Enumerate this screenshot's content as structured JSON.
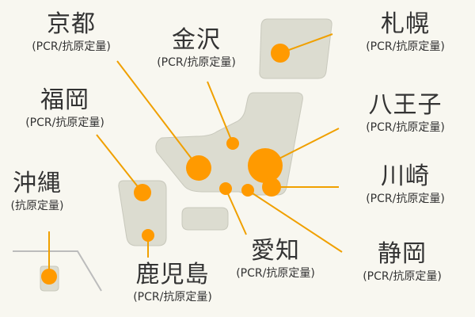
{
  "colors": {
    "background": "#f8f7f0",
    "land": "#dcdcd0",
    "land_stroke": "#c8c8bc",
    "marker": "#ff9a00",
    "leader": "#f0a000",
    "inset_line": "#bcbcbc",
    "text": "#333333"
  },
  "cities": [
    {
      "id": "kyoto",
      "name": "京都",
      "sub": "(PCR/抗原定量)"
    },
    {
      "id": "kanazawa",
      "name": "金沢",
      "sub": "(PCR/抗原定量)"
    },
    {
      "id": "sapporo",
      "name": "札幌",
      "sub": "(PCR/抗原定量)"
    },
    {
      "id": "fukuoka",
      "name": "福岡",
      "sub": "(PCR/抗原定量)"
    },
    {
      "id": "hachioji",
      "name": "八王子",
      "sub": "(PCR/抗原定量)"
    },
    {
      "id": "okinawa",
      "name": "沖縄",
      "sub": "(抗原定量)"
    },
    {
      "id": "kawasaki",
      "name": "川崎",
      "sub": "(PCR/抗原定量)"
    },
    {
      "id": "aichi",
      "name": "愛知",
      "sub": "(PCR/抗原定量)"
    },
    {
      "id": "shizuoka",
      "name": "静岡",
      "sub": "(PCR/抗原定量)"
    },
    {
      "id": "kagoshima",
      "name": "鹿児島",
      "sub": "(PCR/抗原定量)"
    }
  ]
}
